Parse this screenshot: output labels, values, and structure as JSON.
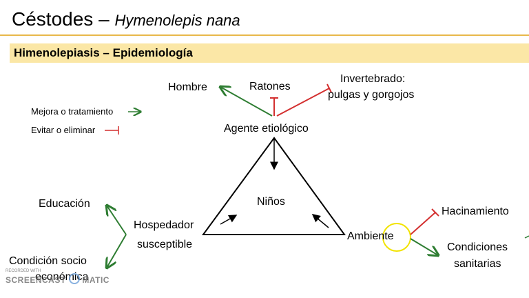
{
  "header": {
    "title": "Céstodes",
    "title_dash": " – ",
    "subtitle": "Hymenolepis nana"
  },
  "section": {
    "title": "Himenolepiasis – Epidemiología"
  },
  "legend": {
    "improve": "Mejora o tratamiento",
    "avoid": "Evitar o eliminar"
  },
  "nodes": {
    "agent": "Agente etiológico",
    "host_1": "Hospedador",
    "host_2": "susceptible",
    "environment": "Ambiente",
    "center": "Niños",
    "human": "Hombre",
    "rats": "Ratones",
    "invert_1": "Invertebrado:",
    "invert_2": "pulgas y gorgojos",
    "education": "Educación",
    "socio_1": "Condición socio",
    "socio_2": "económica",
    "crowding": "Hacinamiento",
    "sanitary_1": "Condiciones",
    "sanitary_2": "sanitarias"
  },
  "watermark": {
    "recorded": "RECORDED WITH",
    "brand": "SCREENCAST",
    "brand_2": "MATIC"
  },
  "colors": {
    "improve": "#2e7d32",
    "avoid": "#d32f2f",
    "highlight": "#f2e300",
    "title_rule": "#e8b84a",
    "section_bg": "#fbe7a6"
  }
}
